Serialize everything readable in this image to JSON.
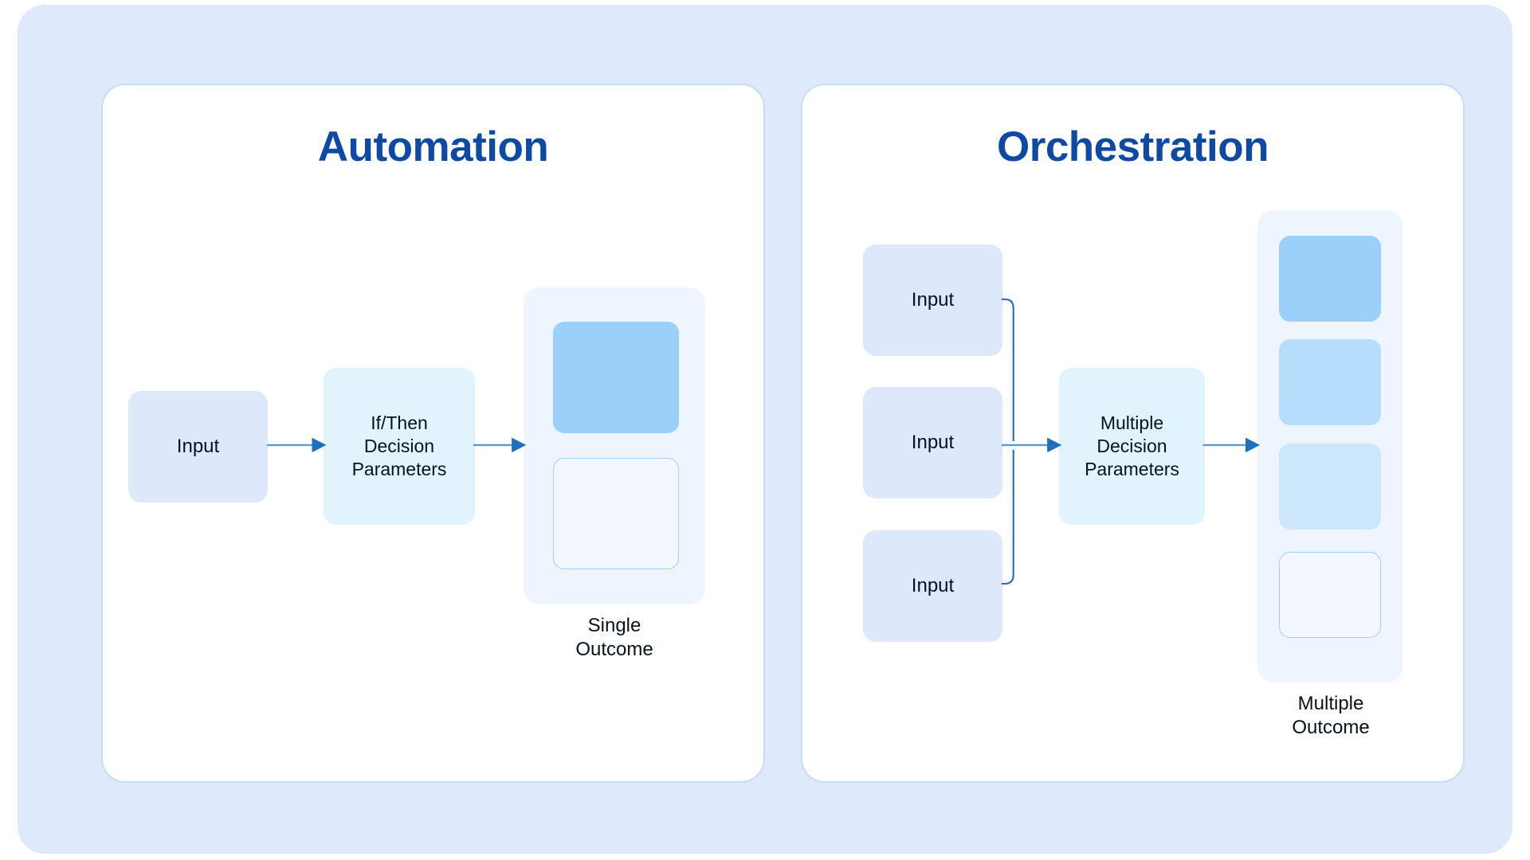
{
  "diagram": {
    "title_left": "Automation",
    "title_right": "Orchestration",
    "background_color": "#dfe9fc",
    "panel_color": "#ffffff",
    "panel_border_color": "#c8dcfb",
    "title_color": "#0e49a3",
    "arrow_line_color": "#5b9ad5",
    "arrow_head_color": "#1f6fbf",
    "input_box_color": "#dde8fb",
    "decision_box_color": "#e1f4fd",
    "outcome_tray_color": "#eff5fe",
    "outcome_solid_color": "#9bd0fb"
  },
  "automation": {
    "title": "Automation",
    "input": {
      "label": "Input"
    },
    "decision": {
      "label": "If/Then\nDecision\nParameters",
      "line1": "If/Then",
      "line2": "Decision",
      "line3": "Parameters"
    },
    "outcome": {
      "caption_line1": "Single",
      "caption_line2": "Outcome",
      "boxes": [
        {
          "style": "solid"
        },
        {
          "style": "ghost"
        }
      ]
    }
  },
  "orchestration": {
    "title": "Orchestration",
    "inputs": [
      {
        "label": "Input"
      },
      {
        "label": "Input"
      },
      {
        "label": "Input"
      }
    ],
    "decision": {
      "label": "Multiple\nDecision\nParameters",
      "line1": "Multiple",
      "line2": "Decision",
      "line3": "Parameters"
    },
    "outcome": {
      "caption_line1": "Multiple",
      "caption_line2": "Outcome",
      "boxes": [
        {
          "style": "solid"
        },
        {
          "style": "mid"
        },
        {
          "style": "light"
        },
        {
          "style": "ghost"
        }
      ]
    }
  }
}
